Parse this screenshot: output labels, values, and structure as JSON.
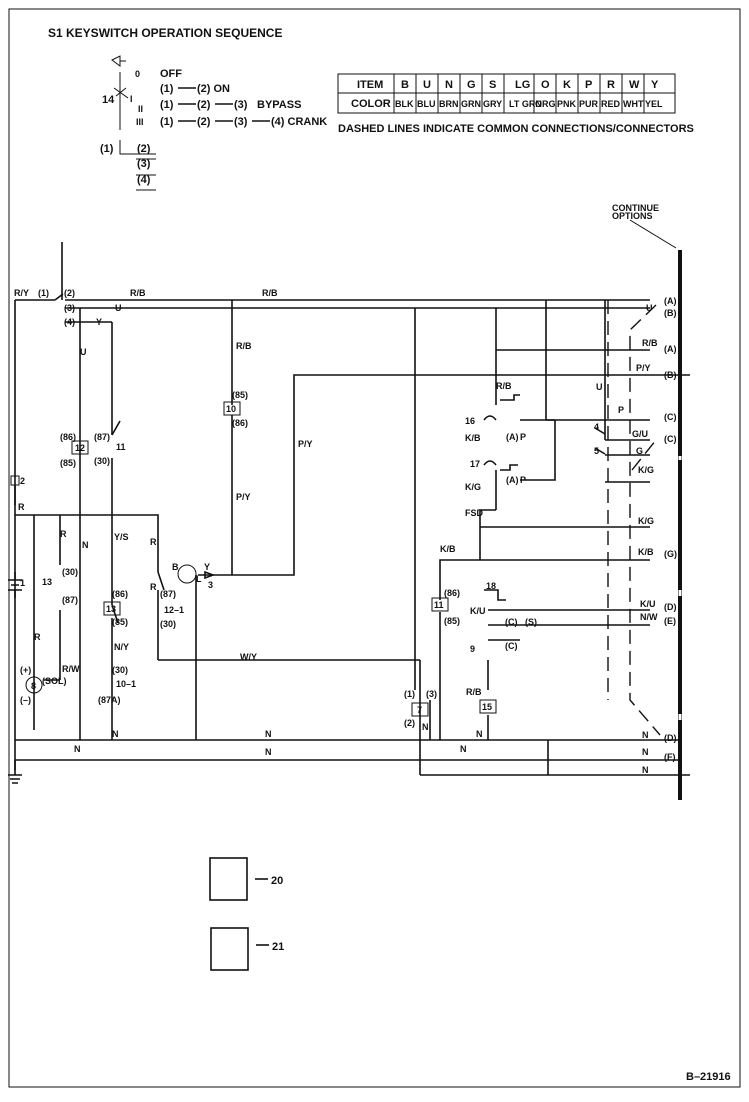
{
  "title": "S1 KEYSWITCH OPERATION SEQUENCE",
  "sequence": {
    "off": "OFF",
    "on_from": "(1)",
    "on_to": "(2) ON",
    "bypass_1": "(1)",
    "bypass_2": "(2)",
    "bypass_3": "(3)",
    "bypass_label": "BYPASS",
    "crank_1": "(1)",
    "crank_2": "(2)",
    "crank_3": "(3)",
    "crank_4": "(4) CRANK",
    "switch_ref": "14",
    "pos_0": "0",
    "pos_I": "I",
    "pos_II": "II",
    "pos_III": "III",
    "stack_1": "(1)",
    "stack_2": "(2)",
    "stack_3": "(3)",
    "stack_4": "(4)"
  },
  "color_table": {
    "header_item": "ITEM",
    "header_color": "COLOR",
    "codes": [
      "B",
      "U",
      "N",
      "G",
      "S",
      "LG",
      "O",
      "K",
      "P",
      "R",
      "W",
      "Y"
    ],
    "colors": [
      "BLK",
      "BLU",
      "BRN",
      "GRN",
      "GRY",
      "LT GRN",
      "ORG",
      "PNK",
      "PUR",
      "RED",
      "WHT",
      "YEL"
    ]
  },
  "note": "DASHED LINES INDICATE COMMON CONNECTIONS/CONNECTORS",
  "continue_options": "CONTINUE OPTIONS",
  "components": {
    "c1": "1",
    "c2": "2",
    "c3": "3",
    "c4": "4",
    "c5": "5",
    "c7": "7",
    "c8": "8",
    "c9": "9",
    "c10": "10",
    "c11": "11",
    "c12": "12",
    "c13": "13",
    "c13b": "13",
    "c15": "15",
    "c16": "16",
    "c17": "17",
    "c18": "18",
    "c20": "20",
    "c21": "21",
    "c10_1": "10–1",
    "c12_1": "12–1"
  },
  "pins": {
    "p85": "(85)",
    "p86": "(86)",
    "p87": "(87)",
    "p30": "(30)",
    "p87a": "(87A)",
    "p1": "(1)",
    "p2": "(2)",
    "p3": "(3)",
    "p4": "(4)",
    "plus": "(+)",
    "minus": "(–)",
    "sol": "(SOL)",
    "c_pin": "(C)",
    "s_pin": "(S)",
    "a_pin": "(A)",
    "b_pin": "B",
    "l_pin": "L",
    "fsd": "FSD"
  },
  "wires": {
    "RY": "R/Y",
    "RB": "R/B",
    "U": "U",
    "Y": "Y",
    "R": "R",
    "N": "N",
    "YS": "Y/S",
    "NY": "N/Y",
    "RW": "R/W",
    "PY": "P/Y",
    "P": "P",
    "KG": "K/G",
    "KB": "K/B",
    "KU": "K/U",
    "NW": "N/W",
    "GU": "G/U",
    "G": "G",
    "WY": "W/Y"
  },
  "connectors": [
    "(A)",
    "(B)",
    "(A)",
    "(B)",
    "(C)",
    "(C)",
    "(G)",
    "(D)",
    "(E)",
    "(D)",
    "(F)"
  ],
  "drawing_number": "B–21916"
}
